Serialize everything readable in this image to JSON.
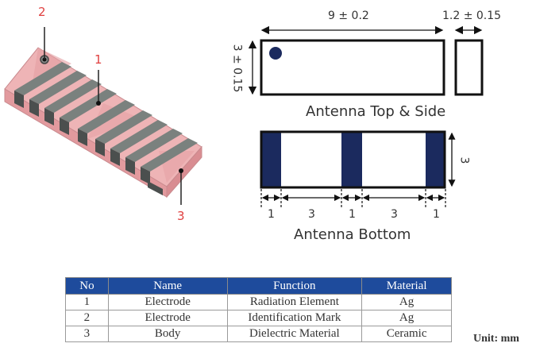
{
  "iso_view": {
    "callouts": [
      {
        "id": "1",
        "label": "1"
      },
      {
        "id": "2",
        "label": "2"
      },
      {
        "id": "3",
        "label": "3"
      }
    ]
  },
  "top_side_view": {
    "title": "Antenna Top & Side",
    "length_dim": "9 ± 0.2",
    "width_dim": "3 ± 0.15",
    "thickness_dim": "1.2 ± 0.15"
  },
  "bottom_view": {
    "title": "Antenna Bottom",
    "height_dim": "3",
    "segments": [
      "1",
      "3",
      "1",
      "3",
      "1"
    ]
  },
  "table": {
    "headers": [
      "No",
      "Name",
      "Function",
      "Material"
    ],
    "rows": [
      [
        "1",
        "Electrode",
        "Radiation Element",
        "Ag"
      ],
      [
        "2",
        "Electrode",
        "Identification Mark",
        "Ag"
      ],
      [
        "3",
        "Body",
        "Dielectric Material",
        "Ceramic"
      ]
    ]
  },
  "unit_note": "Unit: mm",
  "colors": {
    "electrode_dark": "#1b2a5e",
    "table_header": "#1e4b9c",
    "callout_red": "#e04040",
    "body_pink": "#e9a3a6",
    "strip_gray": "#7a817e"
  }
}
